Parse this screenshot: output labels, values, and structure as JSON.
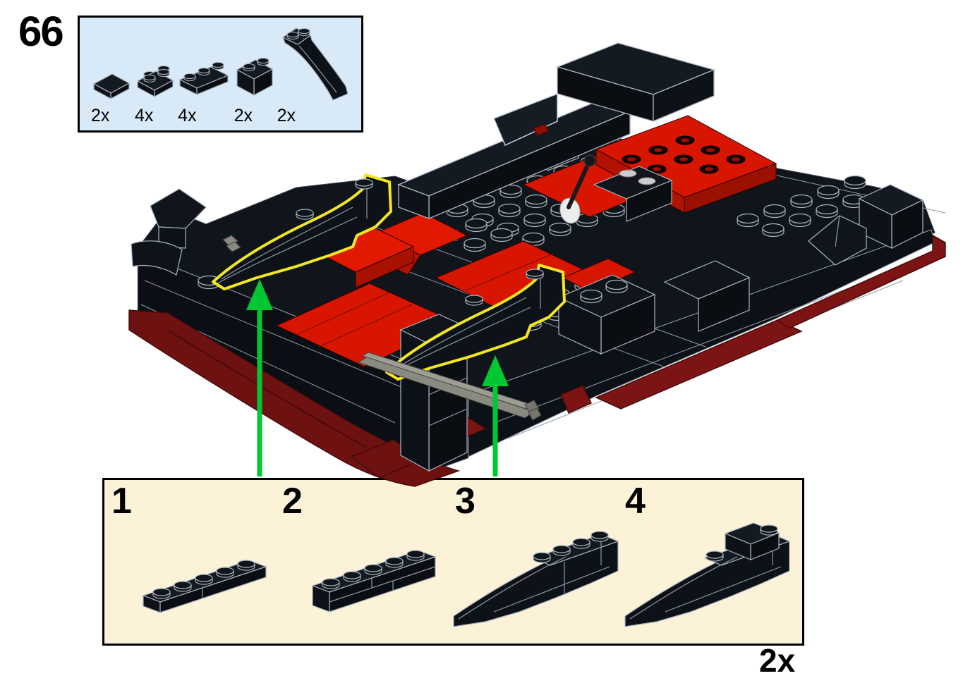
{
  "page": {
    "step_number": "66",
    "assembly_multiplier": "2x"
  },
  "parts_callout": {
    "parts": [
      {
        "icon": "tile-1x2-black-icon",
        "quantity": "2x"
      },
      {
        "icon": "plate-1x2-black-icon",
        "quantity": "4x"
      },
      {
        "icon": "plate-1x3-black-icon",
        "quantity": "4x"
      },
      {
        "icon": "brick-1x2-black-icon",
        "quantity": "2x"
      },
      {
        "icon": "slope-curved-black-icon",
        "quantity": "2x"
      }
    ]
  },
  "sub_assembly": {
    "step_numbers": [
      "1",
      "2",
      "3",
      "4"
    ],
    "multiplier": "2x"
  },
  "colors": {
    "background": "#ffffff",
    "parts_box_bg": "#d8eaf8",
    "sub_box_bg": "#fbf2d7",
    "brick_black": "#10151c",
    "brick_red": "#d81600",
    "base_dark_red": "#6e1111",
    "highlight_yellow": "#f2e722",
    "arrow_green": "#00c832",
    "edge_gray": "#aab4bf",
    "axle_gray": "#8a8a80"
  }
}
